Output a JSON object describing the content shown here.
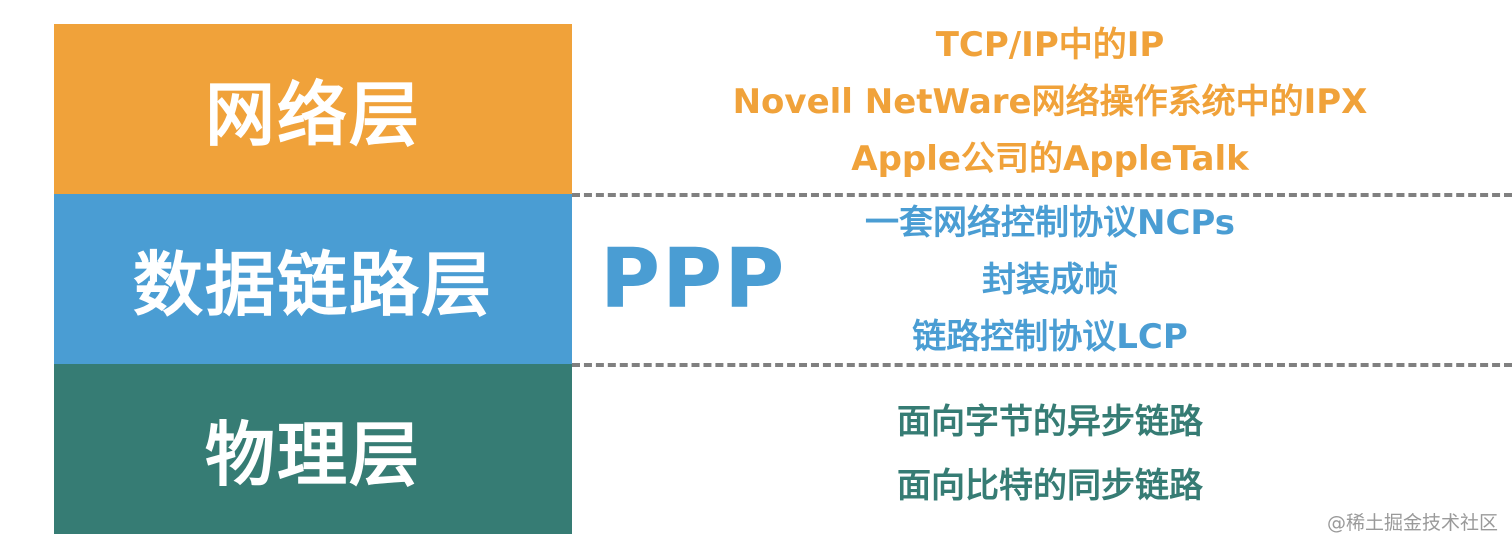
{
  "colors": {
    "network": "#f0a23a",
    "datalink": "#4a9dd3",
    "physical": "#367c74",
    "divider": "#808080"
  },
  "layers": [
    {
      "label": "网络层"
    },
    {
      "label": "数据链路层"
    },
    {
      "label": "物理层"
    }
  ],
  "ppp_label": "PPP",
  "network_protocols": [
    "TCP/IP中的IP",
    "Novell NetWare网络操作系统中的IPX",
    "Apple公司的AppleTalk"
  ],
  "datalink_components": [
    "一套网络控制协议NCPs",
    "封装成帧",
    "链路控制协议LCP"
  ],
  "physical_links": [
    "面向字节的异步链路",
    "面向比特的同步链路"
  ],
  "watermark": "@稀土掘金技术社区"
}
